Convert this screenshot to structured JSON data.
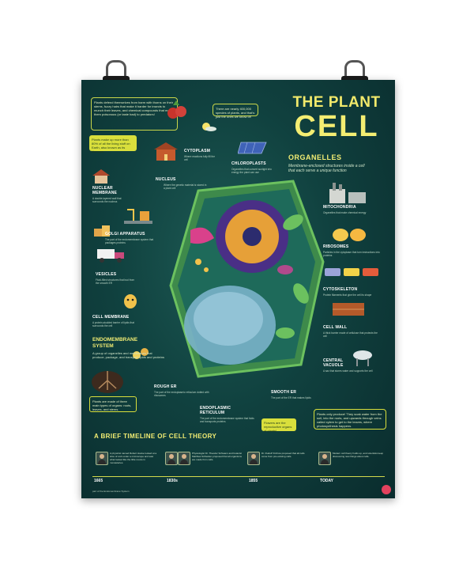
{
  "poster": {
    "title_line1": "THE PLANT",
    "title_line2": "CELL",
    "organelles_title": "ORGANELLES",
    "organelles_subtitle": "Membrane-enclosed structures inside a cell that each serve a unique function",
    "endomembrane_title": "ENDOMEMBRANE SYSTEM",
    "endomembrane_desc": "A group of organelles and membranes that produce, package, and transport lipids and proteins",
    "callouts": {
      "plants_defend": "Plants defend themselves from harm with thorns on their stems, fuzzy hairs that make it harder for insects to munch their leaves, and chemical compounds that make them poisonous (or taste bad) to predators!",
      "plants_earth": "Plants make up more than 80% of all the living stuff on Earth, also known as its biomass.",
      "species": "There are nearly 400,000 species of plants, and that's just the ones we know of!",
      "roots": "Plants are made of three main types of organs: roots, leaves, and stems.",
      "photo_facts": "Plants only produce! They soak water from the soil, into the roots, and upwards through veins called xylem to get to the leaves, where photosynthesis happens.",
      "flowers": "Flowers are the reproductive organs of plants!"
    },
    "labels": {
      "cytoplasm": "CYTOPLASM",
      "chloroplasts": "CHLOROPLASTS",
      "nucleus": "NUCLEUS",
      "nuclear_membrane": "NUCLEAR MEMBRANE",
      "golgi": "GOLGI APPARATUS",
      "vesicles": "VESICLES",
      "cell_membrane": "CELL MEMBRANE",
      "mitochondria": "MITOCHONDRIA",
      "ribosomes": "RIBOSOMES",
      "cytoskeleton": "CYTOSKELETON",
      "cell_wall": "CELL WALL",
      "central_vacuole": "CENTRAL VACUOLE",
      "rough_er": "ROUGH ER",
      "smooth_er": "SMOOTH ER",
      "endoplasmic_reticulum": "ENDOPLASMIC RETICULUM"
    },
    "descriptions": {
      "cytoplasm": "Where reactions fully fill the cell",
      "chloroplasts": "Organelles that convert sunlight into energy the plant can use",
      "nucleus": "Where the genetic material is stored in a plant cell",
      "nuclear_membrane": "A double-layered wall that surrounds the nucleus",
      "golgi": "The part of the endomembrane system that packages proteins",
      "vesicles": "Fluid-filled structures that bud from the smooth ER",
      "cell_membrane": "A protein-studded barrier of lipids that surrounds the cell",
      "mitochondria": "Organelles that make chemical energy",
      "ribosomes": "Particles in the cytoplasm that turn instructions into proteins",
      "cytoskeleton": "Protein filaments that give the cell its shape",
      "cell_wall": "A thick barrier made of cellulose that protects the cell",
      "central_vacuole": "A sac that stores water and supports the cell",
      "rough_er": "The part of the endoplasmic reticulum dotted with ribosomes",
      "smooth_er": "The part of the ER that makes lipids",
      "endoplasmic_reticulum": "The part of the endomembrane system that folds and transports proteins"
    },
    "timeline": {
      "title": "A BRIEF TIMELINE OF CELL THEORY",
      "years": [
        "1665",
        "1830s",
        "1855",
        "TODAY"
      ],
      "entries": [
        "A physicist named Robert Hooke looked at a slice of cork under a microscope and saw what looked like the little rooms in monasteries.",
        "Physiologist Dr. Theodor Schwann and botanist Matthias Schleiden proposed that all organisms are made from cells.",
        "Dr. Rudolf Virchow proposed that all cells come from pre-existing cells.",
        "Modern cell theory holds up, and scientists keep discovering new things about cells."
      ]
    },
    "footer": "part of the Endomembrane System"
  },
  "colors": {
    "poster_bg": "#10413f",
    "title": "#f2ed73",
    "accent": "#d9df3c",
    "clip": "#1b1b1b"
  }
}
